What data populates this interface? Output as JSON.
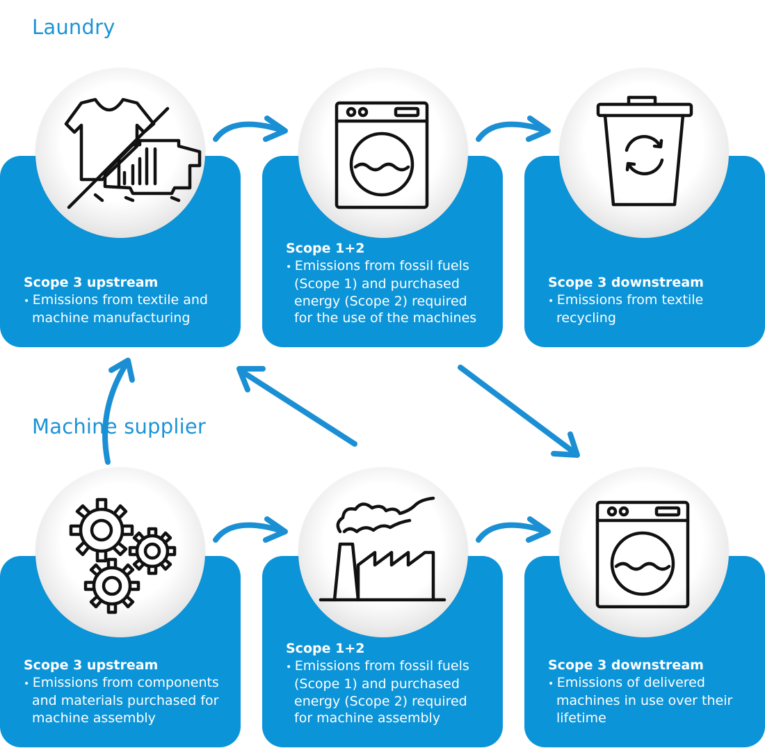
{
  "laundry": {
    "title": "Laundry",
    "cards": [
      {
        "heading": "Scope 3 upstream",
        "lines": [
          "Emissions from textile and",
          "machine manufacturing"
        ],
        "icon": "tshirt-industry-icon"
      },
      {
        "heading": "Scope 1+2",
        "lines": [
          "Emissions from fossil fuels",
          "(Scope 1) and purchased",
          "energy (Scope 2) required",
          "for the use of the machines"
        ],
        "icon": "washing-machine-icon"
      },
      {
        "heading": "Scope 3 downstream",
        "lines": [
          "Emissions from textile",
          "recycling"
        ],
        "icon": "recycling-bin-icon"
      }
    ]
  },
  "machine_supplier": {
    "title": "Machine supplier",
    "cards": [
      {
        "heading": "Scope 3 upstream",
        "lines": [
          "Emissions from components",
          "and materials purchased for",
          "machine assembly"
        ],
        "icon": "gears-icon"
      },
      {
        "heading": "Scope 1+2",
        "lines": [
          "Emissions from fossil fuels",
          "(Scope 1) and purchased",
          "energy (Scope 2) required",
          "for machine assembly"
        ],
        "icon": "factory-icon"
      },
      {
        "heading": "Scope 3 downstream",
        "lines": [
          "Emissions of delivered",
          "machines in use over their",
          "lifetime"
        ],
        "icon": "washing-machine-icon"
      }
    ]
  },
  "colors": {
    "accent": "#0c94d8",
    "title": "#1b93d6",
    "arrow": "#1b8fd3"
  }
}
